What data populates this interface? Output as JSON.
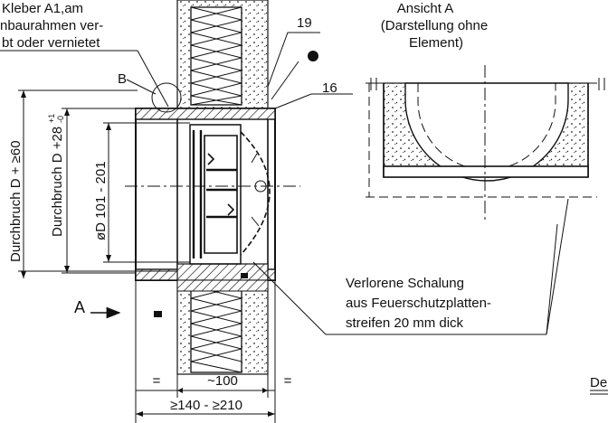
{
  "labels": {
    "top_left_note": [
      "Kleber A1,am",
      "nbaurahmen ver-",
      "bt oder vernietet"
    ],
    "ref_b": "B",
    "ref_19": "19",
    "ref_16": "16",
    "view_a_title": [
      "Ansicht A",
      "(Darstellung ohne",
      "Element)"
    ],
    "dim_outer": "Durchbruch D + ≥60",
    "dim_inner": "Durchbruch D +28",
    "dim_inner_tol_upper": "+1",
    "dim_inner_tol_lower": "-0",
    "dim_diameter": "øD 101 - 201",
    "arrow_a": "A",
    "formwork_note": [
      "Verlorene Schalung",
      "aus Feuerschutzplatten-",
      "streifen 20 mm dick"
    ],
    "dim_eq_left": "=",
    "dim_middle": "~100",
    "dim_eq_right": "=",
    "dim_wall": "≥140 - ≥210",
    "cut_off_text": "De"
  }
}
